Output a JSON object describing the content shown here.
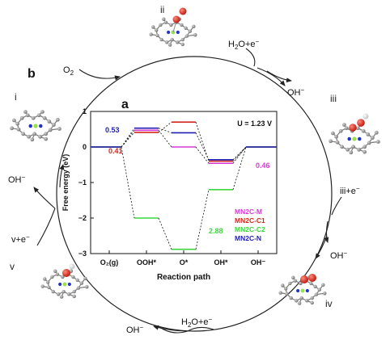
{
  "panel_labels": {
    "a": "a",
    "b": "b"
  },
  "cycle": {
    "roman": {
      "i": "i",
      "ii": "ii",
      "iii": "iii",
      "iv": "iv",
      "v": "v"
    },
    "labels": {
      "o2": "O",
      "o2_sub": "2",
      "h2o_top": "H",
      "h2o_top_sub": "2",
      "h2o_top_rest": "O+e",
      "h2o_top_sup": "−",
      "oh_top": "OH",
      "oh_top_sup": "−",
      "iii_e": "iii+e",
      "iii_e_sup": "−",
      "oh_right": "OH",
      "oh_right_sup": "−",
      "h2o_bottom": "H",
      "h2o_bottom_sub": "2",
      "h2o_bottom_rest": "O+e",
      "h2o_bottom_sup": "−",
      "oh_bottom": "OH",
      "oh_bottom_sup": "−",
      "v_e": "v+e",
      "v_e_sup": "−",
      "oh_left": "OH",
      "oh_left_sup": "−"
    }
  },
  "chart_data": {
    "type": "line",
    "style": "energy-step-diagram",
    "condition": "U = 1.23 V",
    "xlabel": "Reaction path",
    "ylabel": "Free energy (eV)",
    "ylim": [
      -3,
      1
    ],
    "yticks": [
      1,
      0,
      -1,
      -2,
      -3
    ],
    "categories": [
      "O₂(g)",
      "OOH*",
      "O*",
      "OH*",
      "OH⁻"
    ],
    "series": [
      {
        "name": "MN2C-M",
        "color": "#d63ad6",
        "values": [
          0,
          0.47,
          0.0,
          -0.46,
          0
        ]
      },
      {
        "name": "MN2C-C1",
        "color": "#d2281e",
        "values": [
          0,
          0.41,
          0.7,
          -0.4,
          0
        ]
      },
      {
        "name": "MN2C-C2",
        "color": "#3dd63d",
        "values": [
          0,
          -2.0,
          -2.88,
          -1.2,
          0
        ]
      },
      {
        "name": "MN2C-N",
        "color": "#1f1fb4",
        "values": [
          0,
          0.53,
          0.4,
          -0.36,
          0
        ]
      }
    ],
    "annotations": [
      {
        "text": "0.53",
        "color": "#1f1fb4"
      },
      {
        "text": "0.41",
        "color": "#d2281e"
      },
      {
        "text": "2.88",
        "color": "#3dd63d"
      },
      {
        "text": "0.46",
        "color": "#d63ad6"
      }
    ]
  }
}
